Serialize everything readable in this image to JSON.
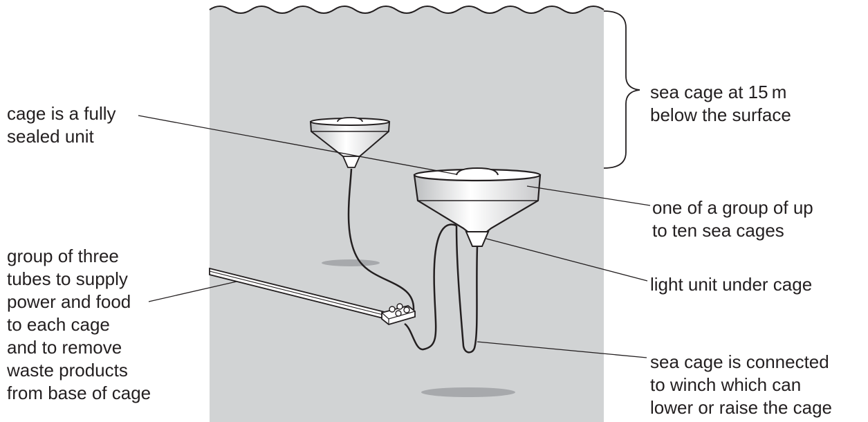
{
  "labels": {
    "sealed_unit": "cage is a fully\nsealed unit",
    "depth": "sea cage at 15 m\nbelow the surface",
    "group": "one of a group of up\nto ten sea cages",
    "light": "light unit under cage",
    "winch": "sea cage is connected\nto winch which can\nlower or raise the cage",
    "tubes": "group of three\ntubes to supply\npower and food\nto each cage\nand to remove\nwaste products\nfrom base of cage"
  },
  "colors": {
    "water": "#d1d3d4",
    "line": "#231f20",
    "cage_fill": "#ffffff",
    "shadow": "#a7a9ac"
  }
}
